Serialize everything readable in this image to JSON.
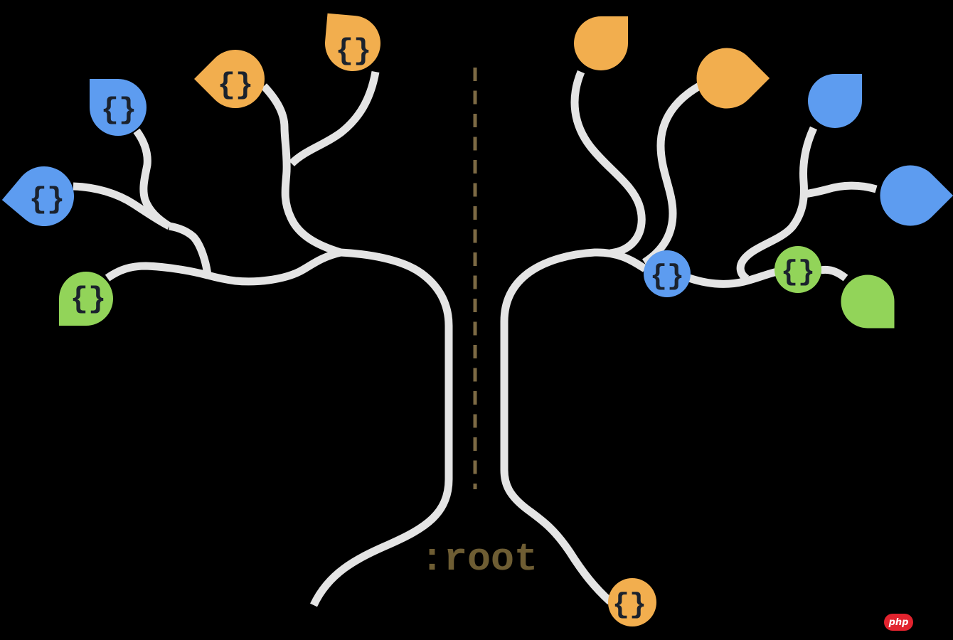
{
  "background_color": "#000000",
  "illustration": {
    "root_label": ":root",
    "braces_glyph": "{}",
    "colors": {
      "branch": "#E4E4E4",
      "blue": "#5D9CF0",
      "orange": "#F2AE4E",
      "green": "#92D459",
      "braces": "#1B222D",
      "root_text": "#6E5D33",
      "axis_dash": "#7D6A44"
    },
    "leaves": [
      {
        "id": "blue-leaf-upper-left",
        "color": "#5D9CF0",
        "has_braces": true
      },
      {
        "id": "orange-leaf-upper-left",
        "color": "#F2AE4E",
        "has_braces": true
      },
      {
        "id": "orange-leaf-top-center-left",
        "color": "#F2AE4E",
        "has_braces": true
      },
      {
        "id": "blue-leaf-mid-left",
        "color": "#5D9CF0",
        "has_braces": true
      },
      {
        "id": "green-leaf-lower-left",
        "color": "#92D459",
        "has_braces": true
      },
      {
        "id": "orange-leaf-top-right-inner",
        "color": "#F2AE4E",
        "has_braces": false
      },
      {
        "id": "orange-leaf-top-right-outer",
        "color": "#F2AE4E",
        "has_braces": false
      },
      {
        "id": "blue-leaf-upper-right",
        "color": "#5D9CF0",
        "has_braces": false
      },
      {
        "id": "blue-leaf-mid-right",
        "color": "#5D9CF0",
        "has_braces": false
      },
      {
        "id": "green-leaf-lower-right",
        "color": "#92D459",
        "has_braces": false
      }
    ],
    "nodes": [
      {
        "id": "blue-branch-node",
        "color": "#5D9CF0"
      },
      {
        "id": "green-branch-node",
        "color": "#92D459"
      },
      {
        "id": "orange-root-node",
        "color": "#F2AE4E"
      }
    ]
  },
  "watermark": {
    "label": "php",
    "background": "#E2232E",
    "text_color": "#FFFFFF"
  }
}
